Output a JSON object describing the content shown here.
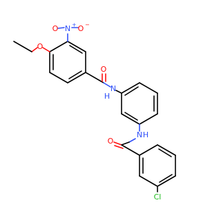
{
  "molecule": {
    "colors": {
      "carbon_bond": "#000000",
      "oxygen": "#ff0d0d",
      "nitrogen": "#3050f8",
      "chlorine": "#1fbd1f"
    },
    "labels": {
      "nitro_n": "N",
      "nitro_n_charge": "+",
      "nitro_o1": "O",
      "nitro_o2": "O",
      "nitro_o2_charge": "−",
      "ether_o": "O",
      "carbonyl1_o": "O",
      "amide1_n": "N",
      "amide1_h": "H",
      "amide2_n": "N",
      "amide2_h": "H",
      "carbonyl2_o": "O",
      "chloro": "Cl"
    }
  }
}
